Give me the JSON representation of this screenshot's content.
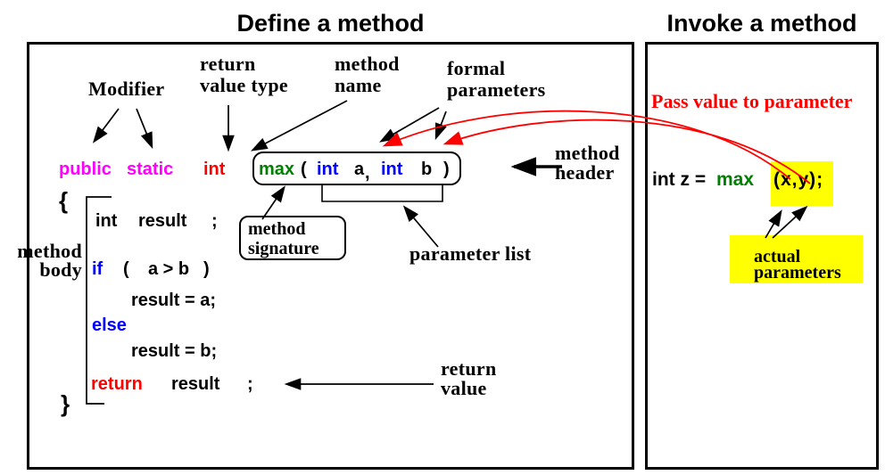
{
  "titles": {
    "define": "Define a method",
    "invoke": "Invoke a method"
  },
  "labels": {
    "modifier": "Modifier",
    "return_value_type": [
      "return",
      "value type"
    ],
    "method_name": [
      "method",
      "name"
    ],
    "formal_parameters": [
      "formal",
      "parameters"
    ],
    "method_header": [
      "method",
      "header"
    ],
    "method_signature": [
      "method",
      "signature"
    ],
    "parameter_list": "parameter list",
    "method_body": [
      "method",
      "body"
    ],
    "return_value": [
      "return",
      "value"
    ],
    "pass_value": "Pass value to parameter",
    "actual_parameters": [
      "actual",
      "parameters"
    ]
  },
  "define_code": {
    "modifier1": "public",
    "modifier2": "static",
    "return_type": "int",
    "method_name": "max",
    "open_paren": "(",
    "param1_type": "int",
    "param1_name": "a",
    "comma": ",",
    "param2_type": "int",
    "param2_name": "b",
    "close_paren": ")",
    "body": {
      "open_brace": "{",
      "decl_type": "int",
      "decl_name": "result",
      "decl_semi": ";",
      "if_kw": "if",
      "if_open": "(",
      "if_cond": "a > b",
      "if_close": ")",
      "then_stmt": "result = a;",
      "else_kw": "else",
      "else_stmt": "result = b;",
      "return_kw": "return",
      "return_expr": "result",
      "return_semi": ";",
      "close_brace": "}"
    }
  },
  "invoke_code": {
    "lhs": "int z =",
    "method": "max",
    "args": "(x,y);"
  },
  "colors": {
    "modifier_keyword": "#ff00ff",
    "return_type": "#ff0000",
    "method_name": "#008000",
    "param_type": "#0000ff",
    "control_keyword": "#0000ff",
    "return_keyword": "#ff0000",
    "highlight": "#ffff00",
    "annotation_red": "#ff0000",
    "line_black": "#000000"
  }
}
